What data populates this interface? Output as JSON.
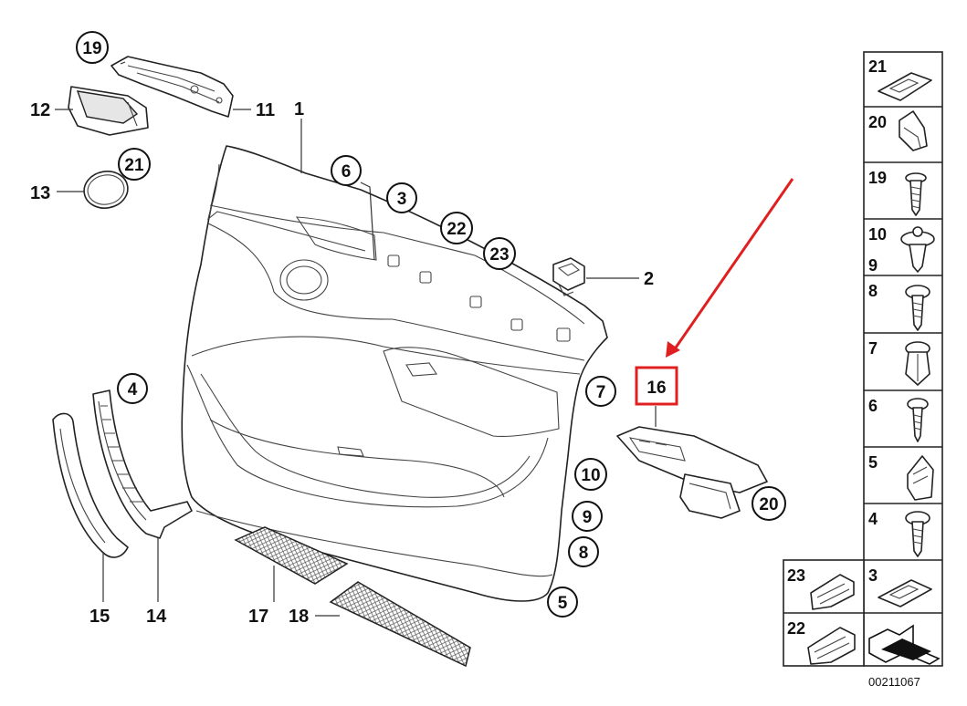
{
  "diagram_code": "00211067",
  "callout_labels": [
    {
      "id": "lbl-1",
      "text": "1"
    },
    {
      "id": "lbl-2",
      "text": "2"
    },
    {
      "id": "lbl-11",
      "text": "11"
    },
    {
      "id": "lbl-12",
      "text": "12"
    },
    {
      "id": "lbl-13",
      "text": "13"
    },
    {
      "id": "lbl-14",
      "text": "14"
    },
    {
      "id": "lbl-15",
      "text": "15"
    },
    {
      "id": "lbl-17",
      "text": "17"
    },
    {
      "id": "lbl-18",
      "text": "18"
    }
  ],
  "circled_labels": [
    {
      "id": "c19",
      "text": "19"
    },
    {
      "id": "c21",
      "text": "21"
    },
    {
      "id": "c6",
      "text": "6"
    },
    {
      "id": "c3",
      "text": "3"
    },
    {
      "id": "c22",
      "text": "22"
    },
    {
      "id": "c23",
      "text": "23"
    },
    {
      "id": "c4",
      "text": "4"
    },
    {
      "id": "c7",
      "text": "7"
    },
    {
      "id": "c10",
      "text": "10"
    },
    {
      "id": "c9",
      "text": "9"
    },
    {
      "id": "c8",
      "text": "8"
    },
    {
      "id": "c5",
      "text": "5"
    },
    {
      "id": "c20",
      "text": "20"
    }
  ],
  "highlighted_part": {
    "label": "16",
    "highlight_color": "#e02020",
    "arrow_color": "#e02020"
  },
  "legend": [
    {
      "id": "leg-21",
      "labels": [
        "21"
      ],
      "icon": "grommet-clip-icon"
    },
    {
      "id": "leg-20",
      "labels": [
        "20"
      ],
      "icon": "spring-clip-icon"
    },
    {
      "id": "leg-19",
      "labels": [
        "19"
      ],
      "icon": "screw-icon"
    },
    {
      "id": "leg-10-9",
      "labels": [
        "10",
        "9"
      ],
      "icon": "expanding-rivet-icon"
    },
    {
      "id": "leg-8",
      "labels": [
        "8"
      ],
      "icon": "screw-icon"
    },
    {
      "id": "leg-7",
      "labels": [
        "7"
      ],
      "icon": "push-rivet-icon"
    },
    {
      "id": "leg-6",
      "labels": [
        "6"
      ],
      "icon": "screw-icon"
    },
    {
      "id": "leg-5",
      "labels": [
        "5"
      ],
      "icon": "clip-nut-icon"
    },
    {
      "id": "leg-4",
      "labels": [
        "4"
      ],
      "icon": "screw-icon"
    },
    {
      "id": "leg-3",
      "labels": [
        "3"
      ],
      "icon": "grommet-clip-icon"
    },
    {
      "id": "leg-23",
      "labels": [
        "23"
      ],
      "icon": "bracket-clip-icon"
    },
    {
      "id": "leg-22",
      "labels": [
        "22"
      ],
      "icon": "bracket-clip-icon"
    },
    {
      "id": "leg-arrow",
      "labels": [],
      "icon": "orientation-arrow-icon"
    }
  ]
}
